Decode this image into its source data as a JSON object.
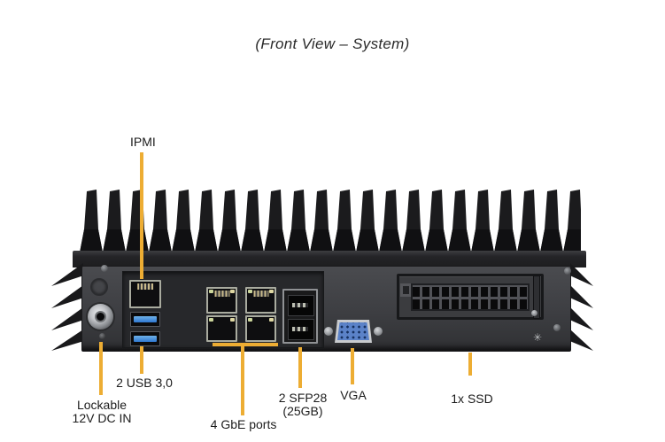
{
  "title": "(Front View – System)",
  "colors": {
    "callout": "#EDAD33",
    "label_text": "#1c1c1c",
    "usb_blue": "#2F77D0",
    "vga_blue": "#5B82C8",
    "chassis_dark": "#1B1B1D"
  },
  "callouts": {
    "ipmi": {
      "label": "IPMI"
    },
    "usb": {
      "label": "2 USB 3,0"
    },
    "dc": {
      "line1": "Lockable",
      "line2": "12V DC IN"
    },
    "gbe": {
      "label": "4 GbE ports"
    },
    "sfp": {
      "line1": "2 SFP28",
      "line2": "(25GB)"
    },
    "vga": {
      "label": "VGA"
    },
    "ssd": {
      "label": "1x SSD"
    }
  },
  "device": {
    "ports": [
      "lockable-12v-dc-in",
      "ipmi-lan-port",
      "usb3-ports-x2",
      "gbe-ports-x4",
      "sfp28-ports-x2",
      "vga-port",
      "ssd-bay-x1"
    ]
  }
}
